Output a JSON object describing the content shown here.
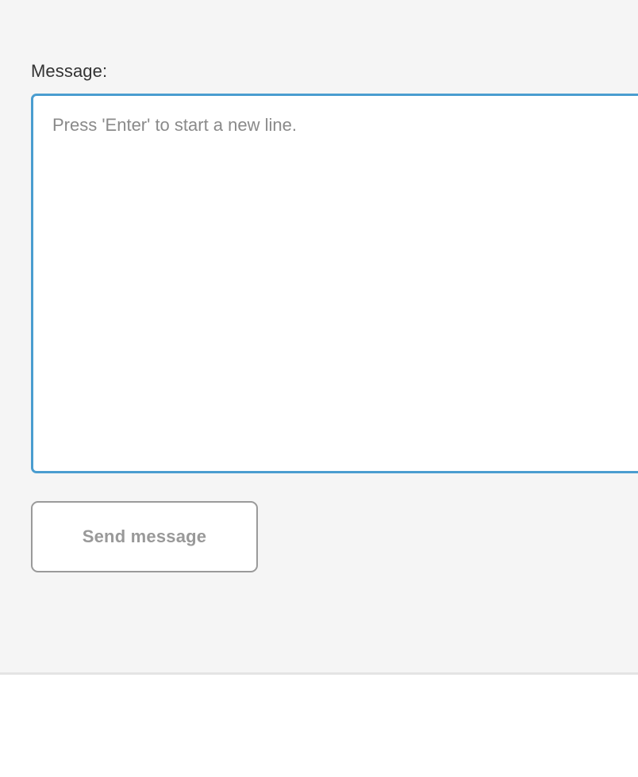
{
  "composer": {
    "label": "Message:",
    "textarea": {
      "placeholder": "Press 'Enter' to start a new line.",
      "value": ""
    },
    "send_button_label": "Send message"
  },
  "colors": {
    "panel_background": "#f5f5f5",
    "page_background": "#ffffff",
    "textarea_focus_border": "#4a9dd0",
    "textarea_background": "#ffffff",
    "label_text": "#333333",
    "placeholder_text": "#8a8a8a",
    "button_border": "#9a9a9a",
    "button_text": "#999999",
    "divider": "#e4e4e4"
  }
}
